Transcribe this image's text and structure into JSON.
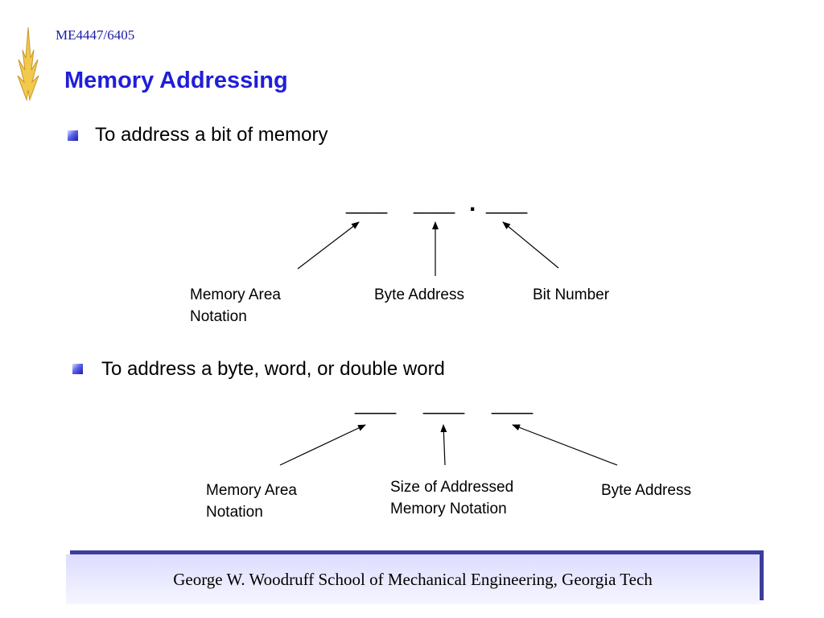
{
  "header": {
    "course_code": "ME4447/6405",
    "title": "Memory Addressing"
  },
  "bit_section": {
    "bullet": "To address a bit of memory",
    "format": {
      "field1": "____",
      "field2": "____",
      "separator": ".",
      "field3": "____"
    },
    "labels": {
      "memory_area": [
        "Memory Area",
        "Notation"
      ],
      "byte_address": "Byte Address",
      "bit_number": "Bit Number"
    }
  },
  "byte_section": {
    "bullet": "To address a byte, word, or double word",
    "format": {
      "field1": "____",
      "field2": "____",
      "field3": "____"
    },
    "labels": {
      "memory_area": [
        "Memory Area",
        "Notation"
      ],
      "size": [
        "Size of Addressed",
        "Memory Notation"
      ],
      "byte_address": "Byte Address"
    }
  },
  "footer": {
    "text": "George W. Woodruff School of Mechanical Engineering, Georgia Tech"
  },
  "colors": {
    "title": "#1f1fd8",
    "course_code": "#1a1aa6",
    "logo": "#f2c94c",
    "footer_shadow": "#3c3c9e"
  }
}
